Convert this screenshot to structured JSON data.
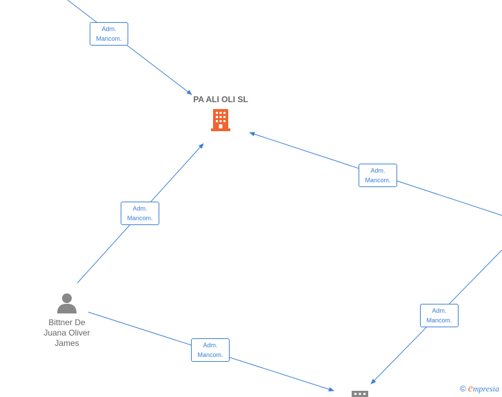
{
  "nodes": {
    "company_main": {
      "label": "PA ALI OLI  SL",
      "icon": "building-icon",
      "color": "#f26430"
    },
    "person": {
      "label_lines": [
        "Bittner De",
        "Juana Oliver",
        "James"
      ],
      "icon": "person-icon",
      "color": "#888888"
    },
    "company_bottom": {
      "icon": "building-icon",
      "color": "#888888"
    }
  },
  "edges": [
    {
      "id": "e1",
      "label": [
        "Adm.",
        "Mancom."
      ]
    },
    {
      "id": "e2",
      "label": [
        "Adm.",
        "Mancom."
      ]
    },
    {
      "id": "e3",
      "label": [
        "Adm.",
        "Mancom."
      ]
    },
    {
      "id": "e4",
      "label": [
        "Adm.",
        "Mancom."
      ]
    },
    {
      "id": "e5",
      "label": [
        "Adm.",
        "Mancom."
      ]
    }
  ],
  "footer": {
    "copyright": "©",
    "brand_initial": "e",
    "brand_rest": "mpresia"
  },
  "colors": {
    "edge": "#3a7fd5",
    "accent": "#f26430"
  }
}
